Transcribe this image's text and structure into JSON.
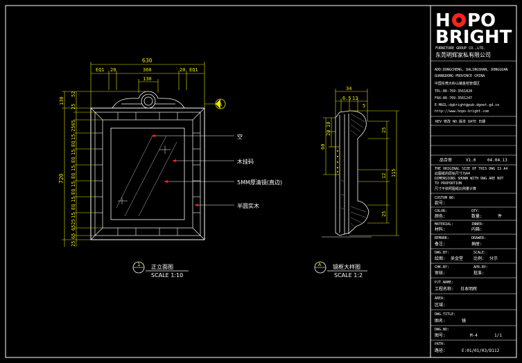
{
  "colors": {
    "background": "#000000",
    "line": "#ffffff",
    "dimension": "#e8e800",
    "accent_red": "#ff2020",
    "hatch": "#bfbfbf"
  },
  "logo": {
    "line1_left": "H",
    "line1_right": "PO",
    "line2": "BRIGHT",
    "sub_en": "FURNITURE GROUP CO.,LTD.",
    "sub_cn": "东莞明辉家私有限公司"
  },
  "company_info": [
    "ADD:DONGCHENG, DALINGSHAN, DONGGUAN",
    "GUANGDONG PROVINCE CHINA",
    "中国东莞大岭山镇金桔管理区",
    "TEL:86-769-3561828",
    "FAX:86-769-3561247",
    "E-MAIL:dgbright@pub.dgnet.gd.cn",
    "http://www.hopo-bright.com"
  ],
  "revision_header": "REV 修改  NO.版本  DATE 日期",
  "revision_row": {
    "label": "品合审",
    "version": "V1.0",
    "date": "04.04.13"
  },
  "notes": [
    "THE ORIGINAL SIZE OF THIS DWG IS A4",
    "此图纸的原始尺寸为A4",
    "DIMENSIONS SHOWN WITH DWG ARE NOT",
    "TO PROPORTION",
    "尺寸不依照图纸比例量计算"
  ],
  "fields": [
    {
      "en": "CUSTOM NO:",
      "cn": "款号:"
    },
    {
      "en": "COLOR:",
      "cn": "颜色:",
      "en2": "QTY:",
      "cn2": "数量:",
      "value2": "件"
    },
    {
      "en": "MATERIAL:",
      "cn": "材料:",
      "en2": "INNER:",
      "cn2": "内箱:"
    },
    {
      "en": "REMARK:",
      "cn": "备注:",
      "en2": "DRAWER:",
      "cn2": "抽屉:"
    },
    {
      "en": "DWG.BY:",
      "cn": "绘图:",
      "value": "吴金堂",
      "en2": "SCALE:",
      "cn2": "比例:",
      "value2": "分示"
    },
    {
      "en": "CHK.BY:",
      "cn": "审核:",
      "en2": "APR.BY:",
      "cn2": "批准:"
    },
    {
      "en": "PJT.NAME:",
      "cn": "工程名称:",
      "value": "日本明辉"
    },
    {
      "en": "AREA:",
      "cn": "区域:"
    },
    {
      "en": "DWG.TITLE:",
      "cn": "图名:",
      "value": "镜"
    },
    {
      "en": "DWG.NO:",
      "cn": "图号:",
      "value": "M-4",
      "value2": "1/1"
    },
    {
      "en": "PATH:",
      "cn": "路径:",
      "value": "E:01/01/03/D112"
    }
  ],
  "front_view": {
    "title": "正立面图",
    "scale": "SCALE 1:10",
    "marker": "1",
    "callout_marker": "A",
    "dims_top_total": "630",
    "dims_top_parts": [
      "EQ1",
      "20",
      "360",
      "20",
      "EQ1"
    ],
    "dim_ornament": "130",
    "dim_left_total": "720",
    "dim_left_head": "130",
    "dims_left_parts": [
      "52",
      "25",
      "2565",
      "15",
      "EQ",
      "15",
      "EQ",
      "15",
      "EQ",
      "15",
      "EQ",
      "15",
      "EQ",
      "15",
      "6525",
      "65",
      "25"
    ],
    "callouts": [
      "空",
      "木挂码",
      "5MM厚清镜(直边)",
      "半圆实木"
    ]
  },
  "section_view": {
    "title": "镜框大样图",
    "scale": "SCALE 1:2",
    "marker": "A",
    "dims_top": [
      "34",
      "6.5",
      "13",
      "5"
    ],
    "dims_left": [
      "60",
      "20",
      "10"
    ],
    "dims_right": [
      "25",
      "12",
      "25"
    ],
    "dim_right_total": "115"
  }
}
